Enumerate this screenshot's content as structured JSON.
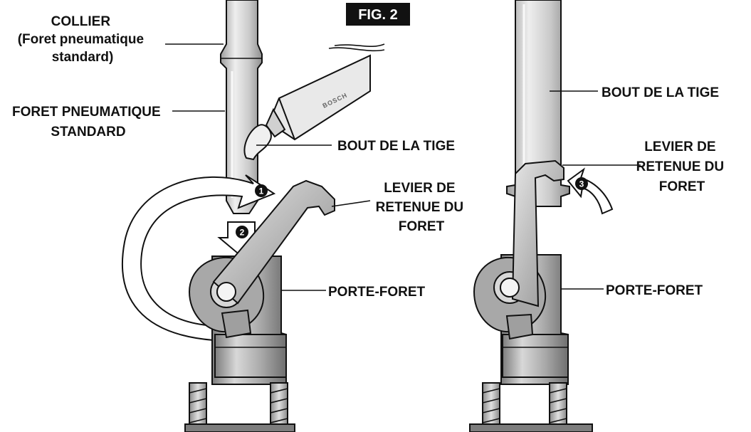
{
  "figure": {
    "badge": "FIG. 2",
    "left_panel": {
      "collar_label": [
        "COLLIER",
        "(Foret pneumatique",
        "standard)"
      ],
      "bit_label": [
        "FORET PNEUMATIQUE",
        "STANDARD"
      ],
      "shank_label": "BOUT DE LA TIGE",
      "lever_label": [
        "LEVIER DE",
        "RETENUE DU",
        "FORET"
      ],
      "holder_label": "PORTE-FORET",
      "grease_brand": "BOSCH",
      "step_numbers": [
        "1",
        "2"
      ]
    },
    "right_panel": {
      "shank_label": "BOUT DE LA TIGE",
      "lever_label": [
        "LEVIER DE",
        "RETENUE DU",
        "FORET"
      ],
      "holder_label": "PORTE-FORET",
      "step_numbers": [
        "3"
      ]
    }
  },
  "colors": {
    "metal_light": "#e2e2e2",
    "metal_mid": "#b9b9b9",
    "metal_dark": "#8a8a8a",
    "outline": "#111111",
    "badge_bg": "#111111"
  }
}
